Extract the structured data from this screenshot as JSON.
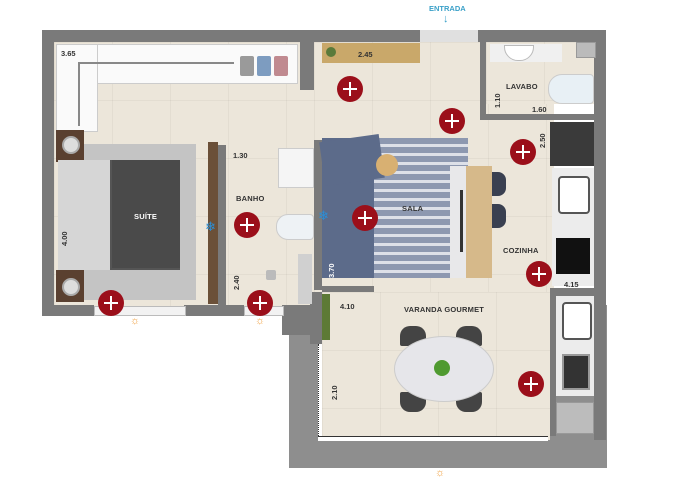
{
  "entrance": {
    "label": "ENTRADA",
    "arrow": "↓",
    "color": "#3aa0c8"
  },
  "rooms": [
    {
      "id": "suite",
      "label": "SUÍTE"
    },
    {
      "id": "banho",
      "label": "BANHO"
    },
    {
      "id": "sala",
      "label": "SALA"
    },
    {
      "id": "lavabo",
      "label": "LAVABO"
    },
    {
      "id": "cozinha",
      "label": "COZINHA"
    },
    {
      "id": "varanda",
      "label": "VARANDA GOURMET"
    }
  ],
  "dimensions": {
    "closet_width": "3.65",
    "entry_bench": "2.45",
    "suite_depth": "4.00",
    "banho_width": "1.30",
    "banho_depth": "2.40",
    "lavabo_depth": "1.10",
    "lavabo_width": "1.60",
    "cozinha_depth": "2.50",
    "sala_depth": "3.70",
    "cozinha_width": "4.15",
    "varanda_width": "4.10",
    "varanda_depth": "2.10"
  },
  "hotspot_icon": "plus-circle-icon",
  "hotspot_color": "#9b0f1a",
  "sun_icon": "☼",
  "ac_icon": "❄",
  "colors": {
    "wall": "#7a7a7a",
    "floor": "#ece6da",
    "balcony": "#8e8e8e"
  }
}
